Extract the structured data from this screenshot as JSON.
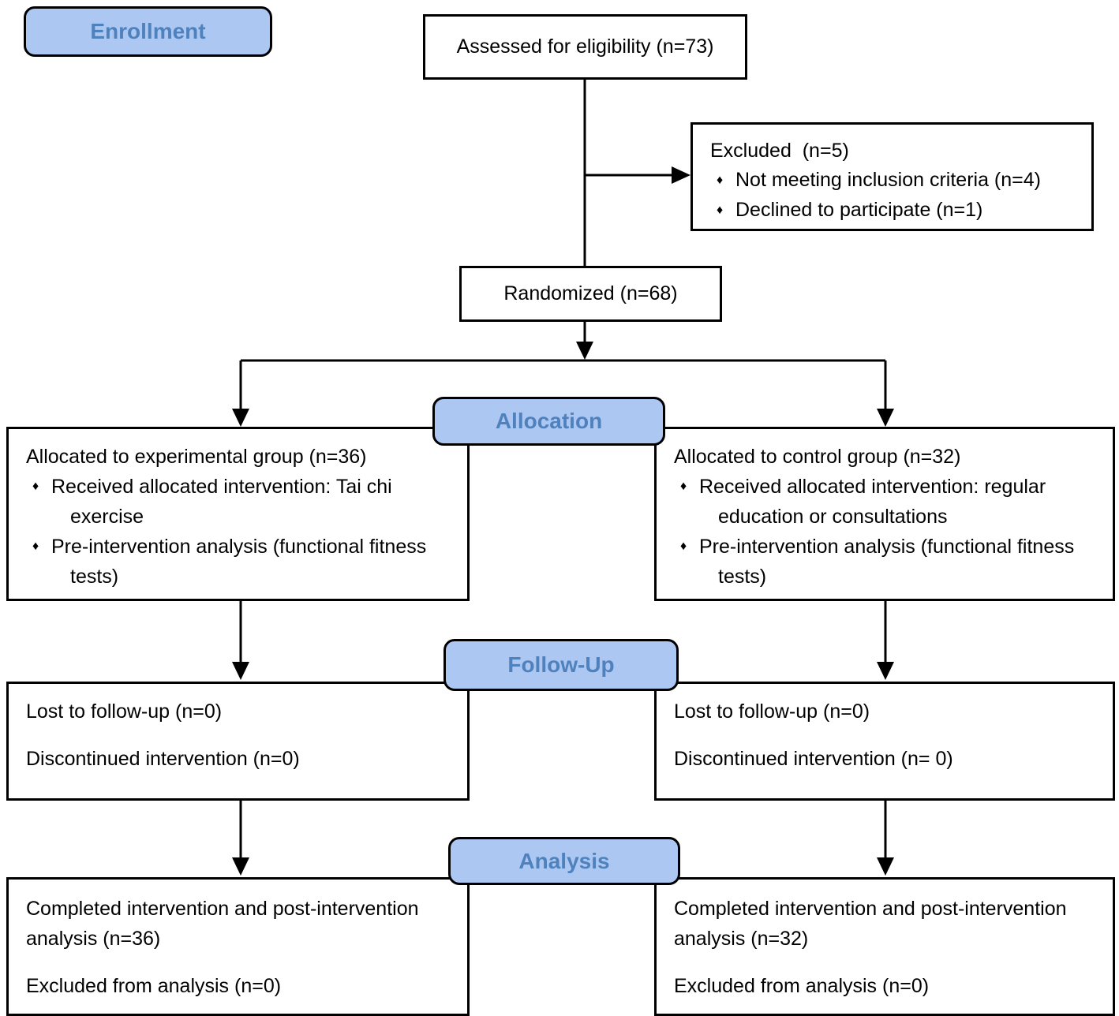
{
  "colors": {
    "stage_fill": "#ABC7F2",
    "stage_text": "#4F81BD",
    "line_color": "#000000",
    "box_background": "#FFFFFF",
    "text_color": "#000000"
  },
  "bullet_char": "♦",
  "stages": {
    "enrollment": {
      "label": "Enrollment"
    },
    "allocation": {
      "label": "Allocation"
    },
    "followup": {
      "label": "Follow-Up"
    },
    "analysis": {
      "label": "Analysis"
    }
  },
  "boxes": {
    "assessed": {
      "text": "Assessed for eligibility (n=73)"
    },
    "excluded": {
      "lines": [
        {
          "type": "plain",
          "text": "Excluded  (n=5)"
        },
        {
          "type": "bullet",
          "text": "Not meeting inclusion criteria (n=4)"
        },
        {
          "type": "bullet",
          "text": "Declined to participate (n=1)"
        }
      ]
    },
    "randomized": {
      "text": "Randomized (n=68)"
    },
    "experimental_allocation": {
      "lines": [
        {
          "type": "plain",
          "text": "Allocated to experimental group (n=36)"
        },
        {
          "type": "bullet",
          "text": "Received allocated intervention: Tai chi"
        },
        {
          "type": "cont",
          "text": "exercise"
        },
        {
          "type": "bullet",
          "text": "Pre-intervention analysis (functional fitness"
        },
        {
          "type": "cont",
          "text": "tests)"
        }
      ]
    },
    "control_allocation": {
      "lines": [
        {
          "type": "plain",
          "text": "Allocated to control group (n=32)"
        },
        {
          "type": "bullet",
          "text": "Received allocated intervention: regular"
        },
        {
          "type": "cont",
          "text": "education or consultations"
        },
        {
          "type": "bullet",
          "text": "Pre-intervention analysis (functional fitness"
        },
        {
          "type": "cont",
          "text": "tests)"
        }
      ]
    },
    "experimental_followup": {
      "lines": [
        {
          "type": "plain",
          "text": "Lost to follow-up (n=0)"
        },
        {
          "type": "gap"
        },
        {
          "type": "plain",
          "text": "Discontinued intervention (n=0)"
        }
      ]
    },
    "control_followup": {
      "lines": [
        {
          "type": "plain",
          "text": "Lost to follow-up (n=0)"
        },
        {
          "type": "gap"
        },
        {
          "type": "plain",
          "text": "Discontinued intervention (n= 0)"
        }
      ]
    },
    "experimental_analysis": {
      "lines": [
        {
          "type": "plain",
          "text": "Completed intervention and post-intervention"
        },
        {
          "type": "plain",
          "text": "analysis (n=36)"
        },
        {
          "type": "gap"
        },
        {
          "type": "plain",
          "text": "Excluded from analysis (n=0)"
        }
      ]
    },
    "control_analysis": {
      "lines": [
        {
          "type": "plain",
          "text": "Completed intervention and post-intervention"
        },
        {
          "type": "plain",
          "text": "analysis (n=32)"
        },
        {
          "type": "gap"
        },
        {
          "type": "plain",
          "text": "Excluded from analysis (n=0)"
        }
      ]
    }
  }
}
